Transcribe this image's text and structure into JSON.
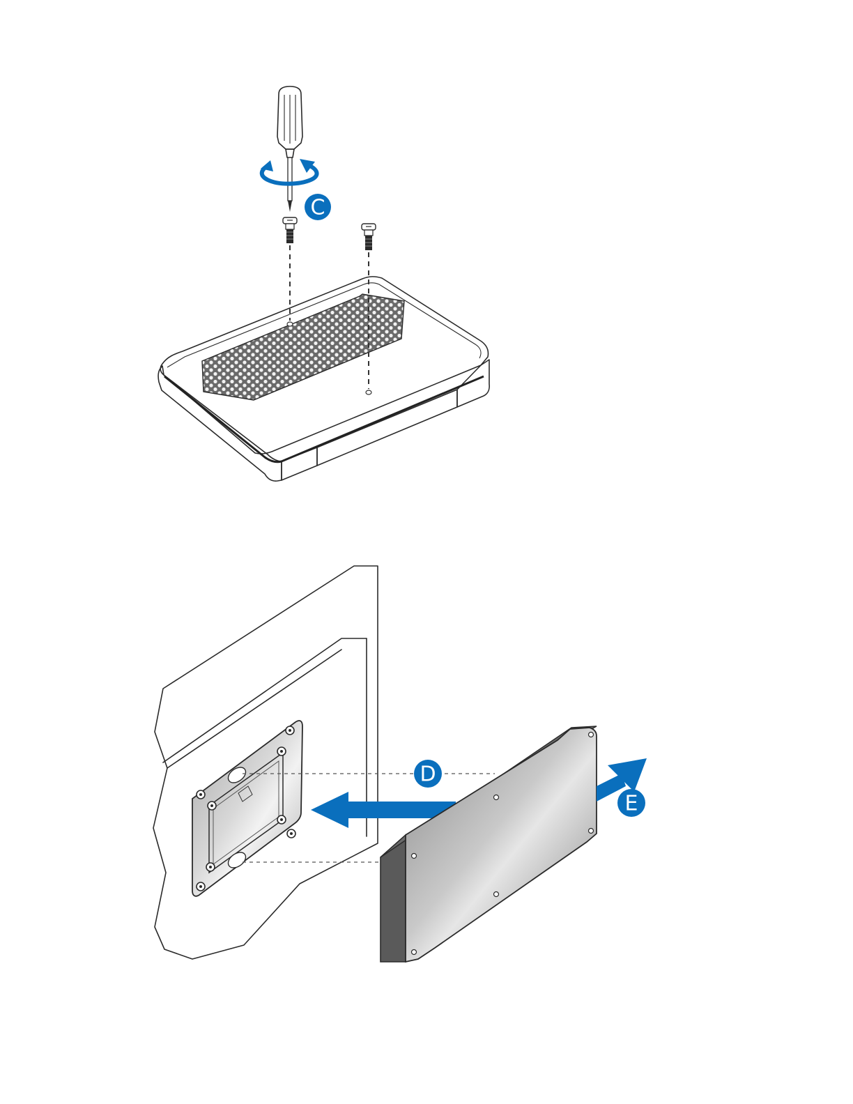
{
  "steps": {
    "screw_step": {
      "label": "C"
    },
    "slide_step": {
      "label": "D"
    },
    "lift_step": {
      "label": "E"
    }
  },
  "colors": {
    "accent_blue": "#0a6fbd",
    "line": "#2a2a2a",
    "device_dark": "#555555"
  },
  "icons": {
    "screwdriver": "screwdriver-icon",
    "rotation": "rotate-arrow-icon",
    "screw": "screw-icon",
    "mounting_plate": "vesa-plate-icon",
    "slide_arrow": "arrow-left-icon",
    "lift_arrow": "arrow-up-right-icon"
  }
}
